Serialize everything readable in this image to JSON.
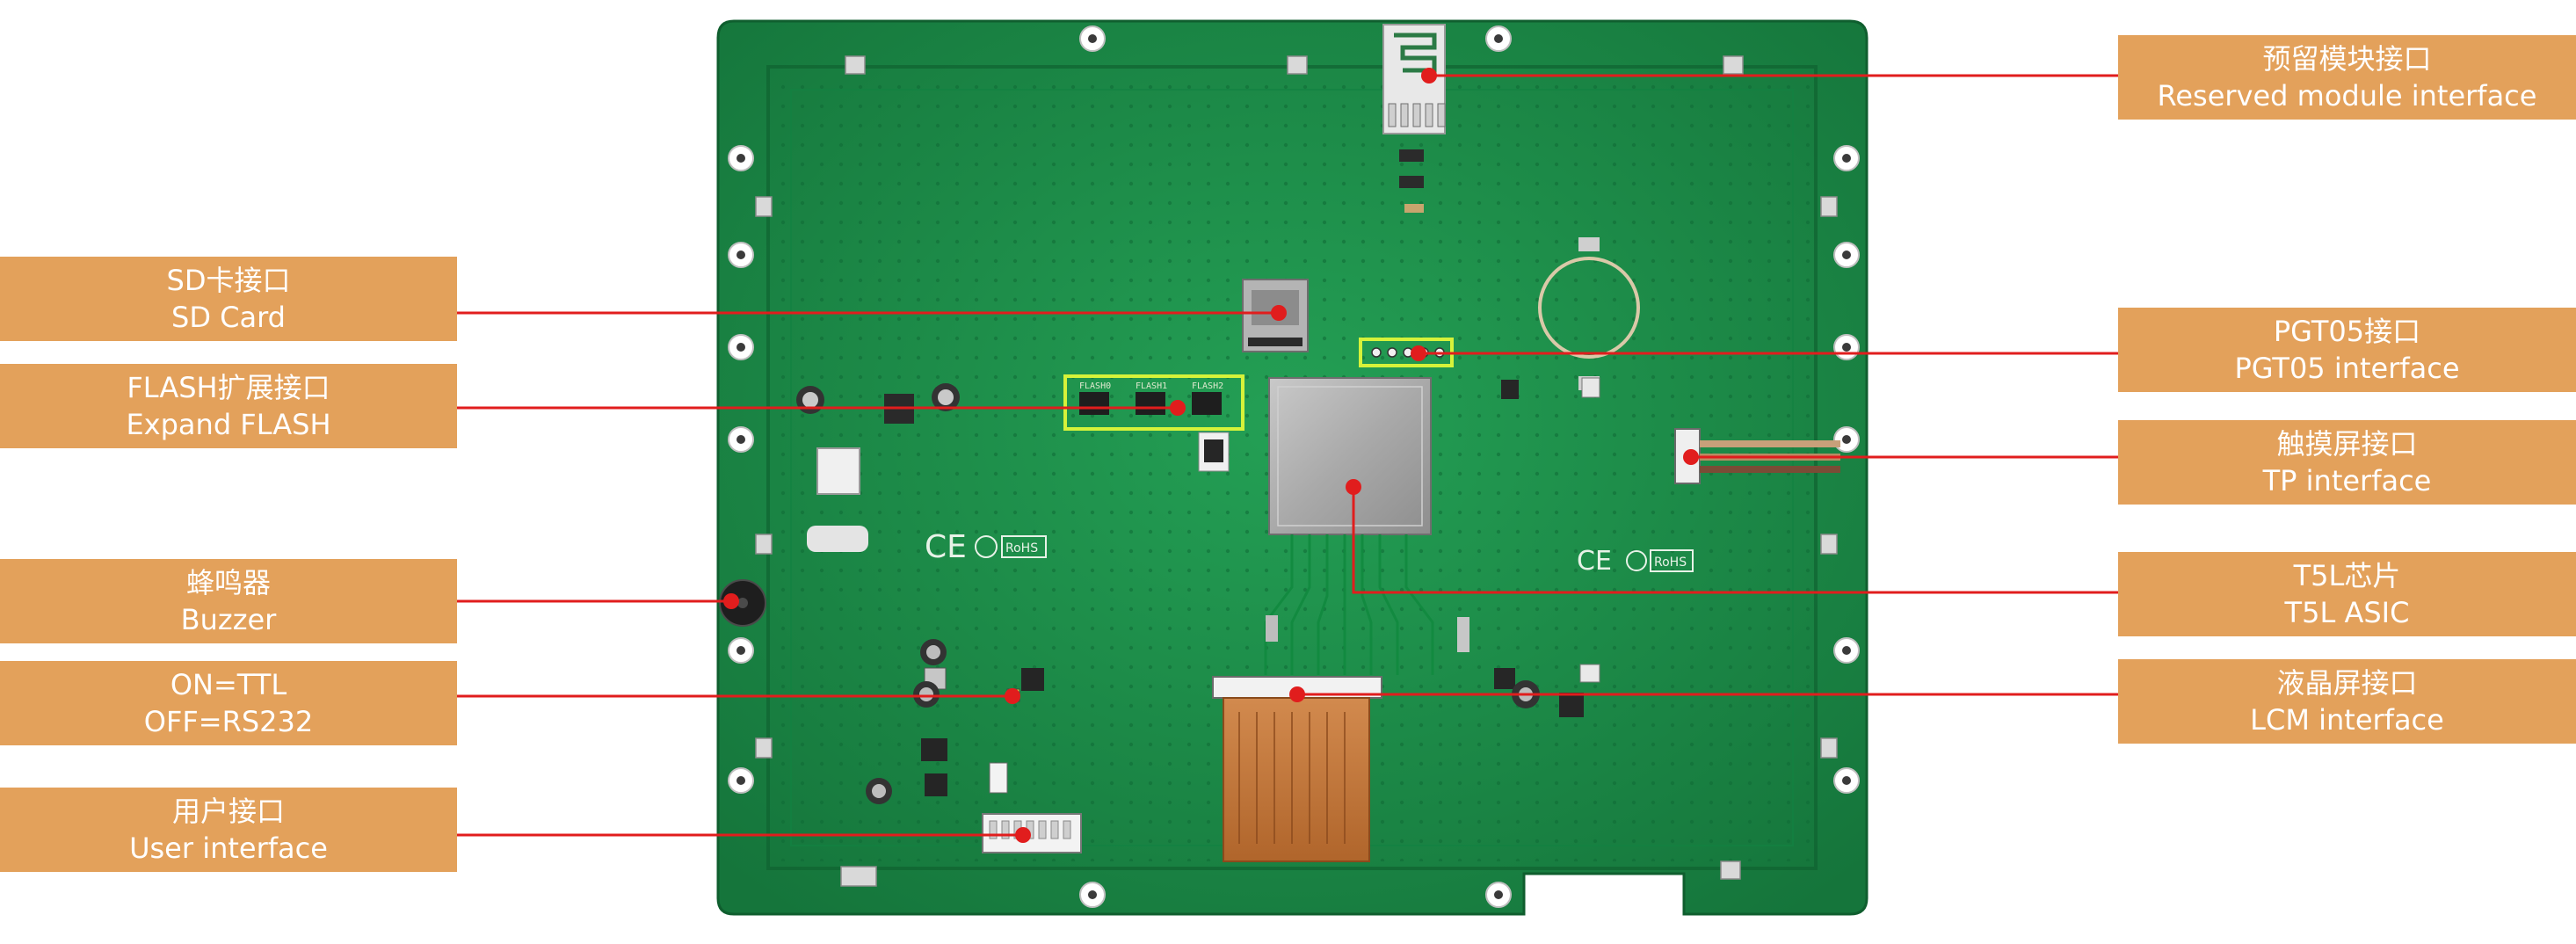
{
  "labels": {
    "reserved": {
      "zh": "预留模块接口",
      "en": "Reserved module interface"
    },
    "sd": {
      "zh": "SD卡接口",
      "en": "SD Card"
    },
    "pgt05": {
      "zh": "PGT05接口",
      "en": "PGT05 interface"
    },
    "flash": {
      "zh": "FLASH扩展接口",
      "en": "Expand FLASH"
    },
    "tp": {
      "zh": "触摸屏接口",
      "en": "TP interface"
    },
    "buzzer": {
      "zh": "蜂鸣器",
      "en": "Buzzer"
    },
    "t5l": {
      "zh": "T5L芯片",
      "en": "T5L ASIC"
    },
    "ttl": {
      "zh": "ON=TTL",
      "en": "OFF=RS232"
    },
    "lcm": {
      "zh": "液晶屏接口",
      "en": "LCM interface"
    },
    "user": {
      "zh": "用户接口",
      "en": "User interface"
    }
  },
  "board_marks": {
    "ce": "CE",
    "rohs": "RoHS",
    "flash_chips": [
      "FLASH0",
      "FLASH1",
      "FLASH2"
    ]
  },
  "colors": {
    "label_bg": "#e3a15b",
    "leader_line": "#e11d1d",
    "pcb": "#1f8a49",
    "highlight_box": "#d6f23a"
  }
}
